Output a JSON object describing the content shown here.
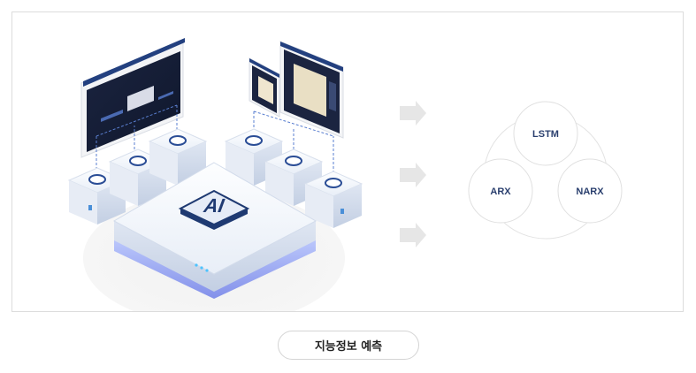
{
  "illustration": {
    "chip_label": "AI",
    "dashboards": [
      "screen-left",
      "screen-mid",
      "screen-right"
    ],
    "icons": [
      "chip-icon",
      "server-cube-icon",
      "monitor-icon",
      "arrow-right-icon"
    ]
  },
  "models": [
    {
      "label": "LSTM"
    },
    {
      "label": "ARX"
    },
    {
      "label": "NARX"
    }
  ],
  "caption": {
    "label": "지능정보 예측"
  },
  "colors": {
    "navy": "#1f3a72",
    "accent": "#4a8fd8",
    "cube": "#eef2f8",
    "arrow": "#e9e9e9"
  }
}
